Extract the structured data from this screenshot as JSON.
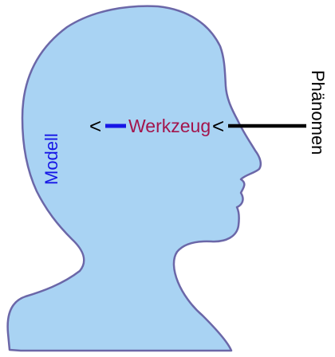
{
  "diagram": {
    "labels": {
      "model": "Modell",
      "tool": "Werkzeug",
      "phenomenon": "Phänomen"
    },
    "arrow_glyph": "<",
    "colors": {
      "head_fill": "#a9d3f3",
      "head_outline": "#6b67a8",
      "model": "#1616e6",
      "tool": "#a3154c",
      "phenomenon": "#000000",
      "arrows": "#000000",
      "background": "#ffffff"
    }
  }
}
